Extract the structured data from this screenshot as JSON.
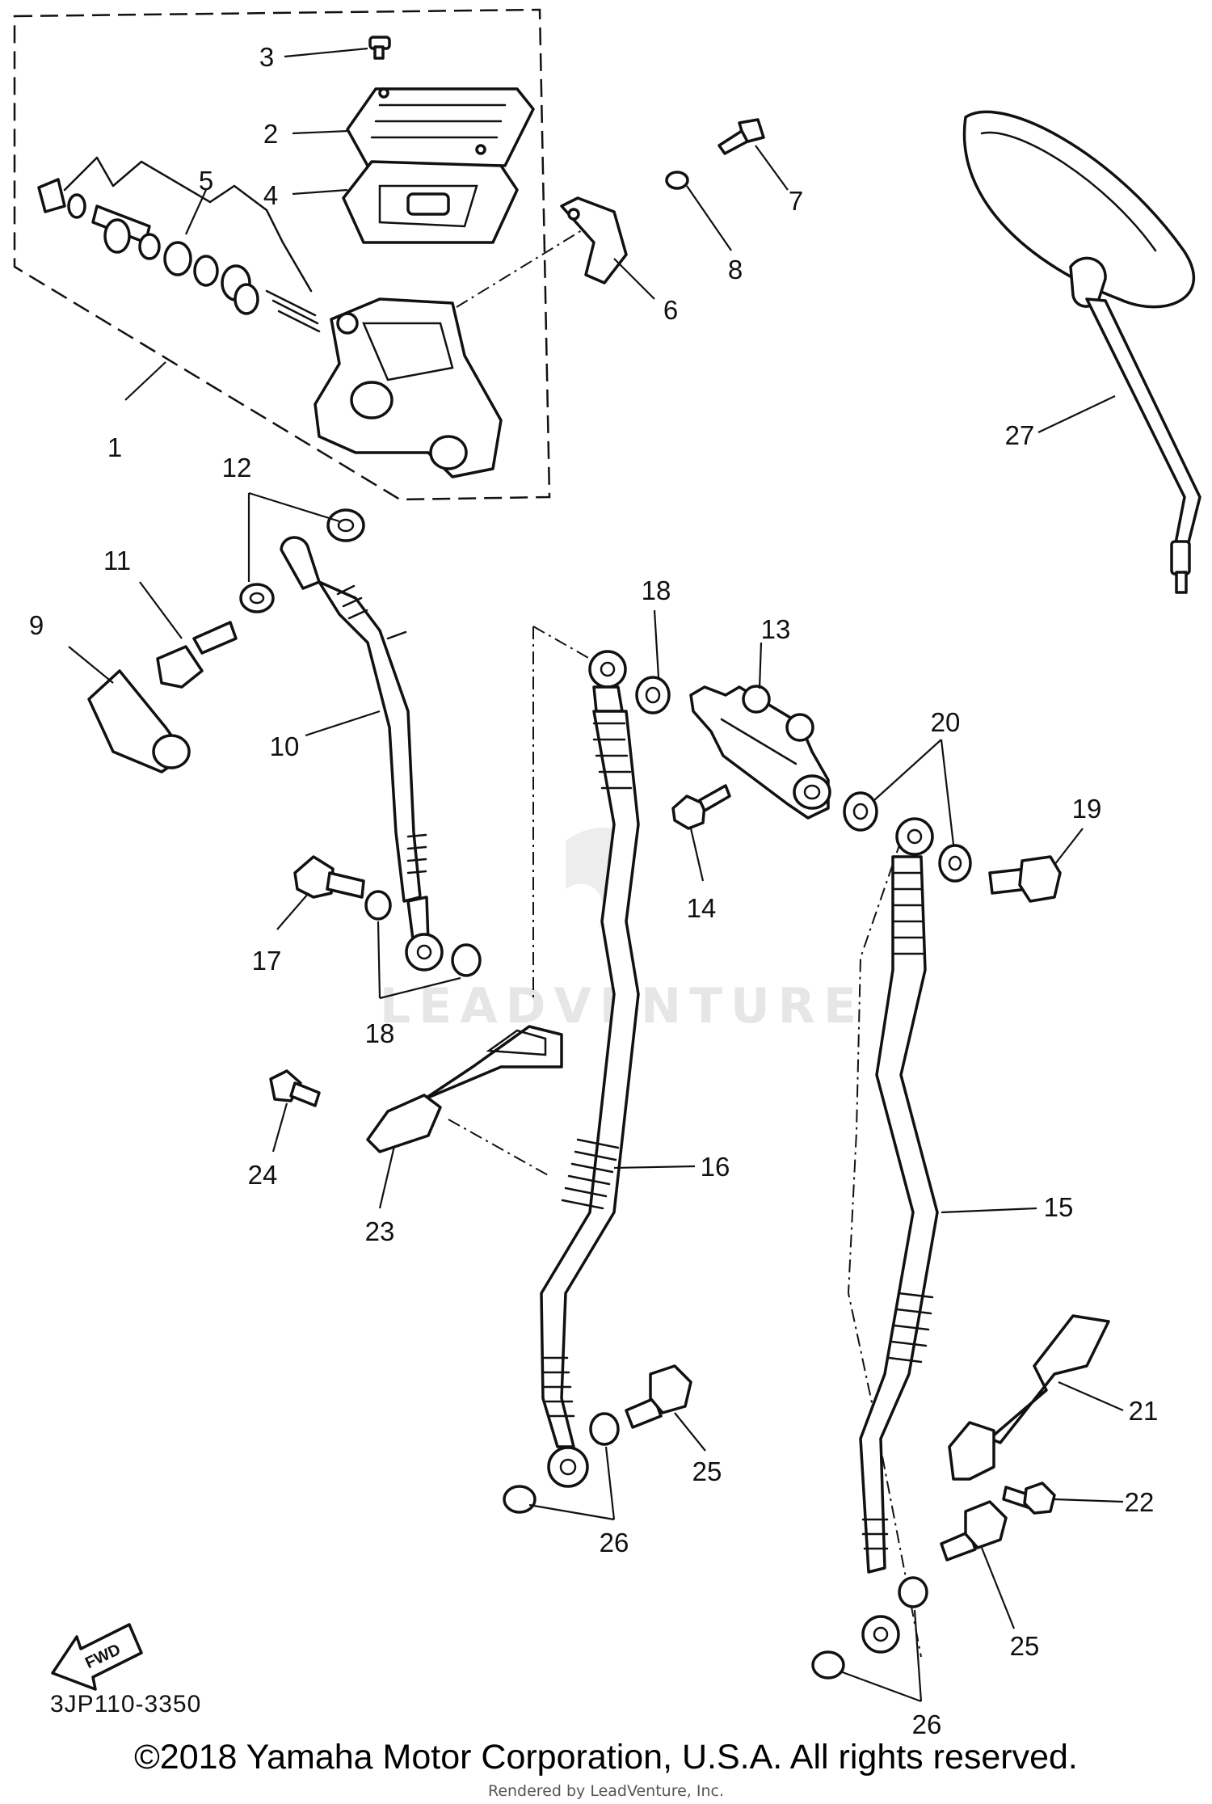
{
  "diagram": {
    "callouts": [
      "1",
      "2",
      "3",
      "4",
      "5",
      "6",
      "7",
      "8",
      "9",
      "10",
      "11",
      "12",
      "13",
      "14",
      "15",
      "16",
      "17",
      "18",
      "18",
      "19",
      "20",
      "21",
      "22",
      "23",
      "24",
      "25",
      "25",
      "26",
      "26",
      "27"
    ],
    "fwd_label": "FWD",
    "watermark": "LEADVENTURE"
  },
  "footer": {
    "diagram_code": "3JP110-3350",
    "copyright": "©2018 Yamaha Motor Corporation, U.S.A. All rights reserved.",
    "rendered_by": "Rendered by LeadVenture, Inc."
  }
}
